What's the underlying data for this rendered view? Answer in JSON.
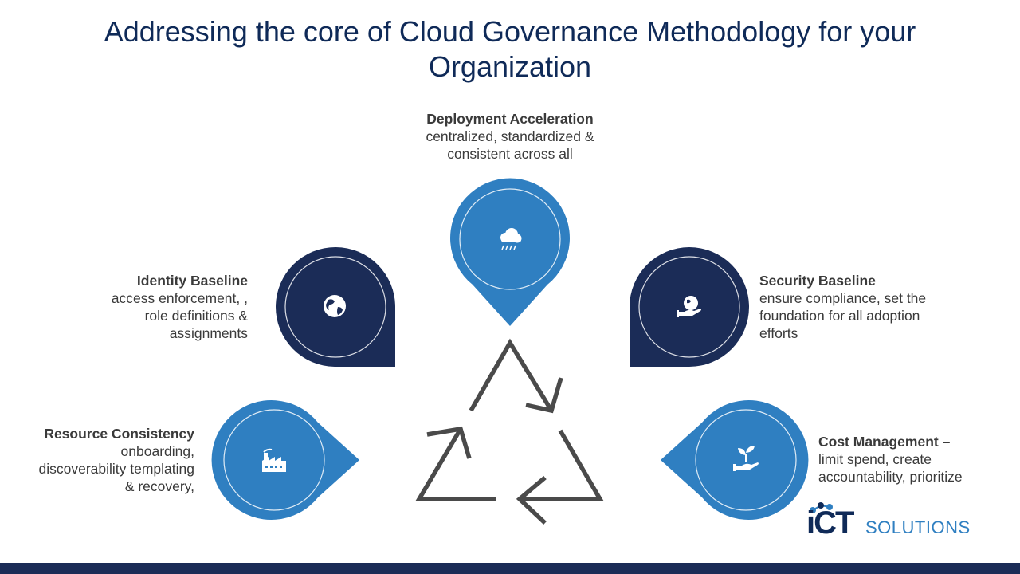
{
  "title": {
    "line1": "Addressing the core of Cloud Governance Methodology for your",
    "line2": "Organization"
  },
  "nodes": {
    "deployment": {
      "heading": "Deployment Acceleration",
      "lines": [
        "centralized, standardized &",
        "consistent across all"
      ],
      "icon": "cloud-rain-icon"
    },
    "identity": {
      "heading": "Identity Baseline",
      "lines": [
        "access enforcement, ,",
        "role definitions &",
        "assignments"
      ],
      "icon": "globe-icon"
    },
    "security": {
      "heading": "Security Baseline",
      "lines": [
        "ensure compliance, set the",
        "foundation for all adoption",
        "efforts"
      ],
      "icon": "hand-globe-icon"
    },
    "resource": {
      "heading": "Resource Consistency",
      "lines": [
        "onboarding,",
        "discoverability templating",
        "& recovery,"
      ],
      "icon": "factory-icon"
    },
    "cost": {
      "heading": "Cost Management –",
      "lines": [
        "limit spend, create",
        "accountability, prioritize"
      ],
      "icon": "hand-plant-icon"
    }
  },
  "logo": {
    "brand": "iCT",
    "suffix": "SOLUTIONS"
  },
  "colors": {
    "light_blue": "#2f7fc1",
    "dark_navy": "#1b2c57",
    "title": "#0f2a58",
    "arrows": "#4a4a4a"
  }
}
